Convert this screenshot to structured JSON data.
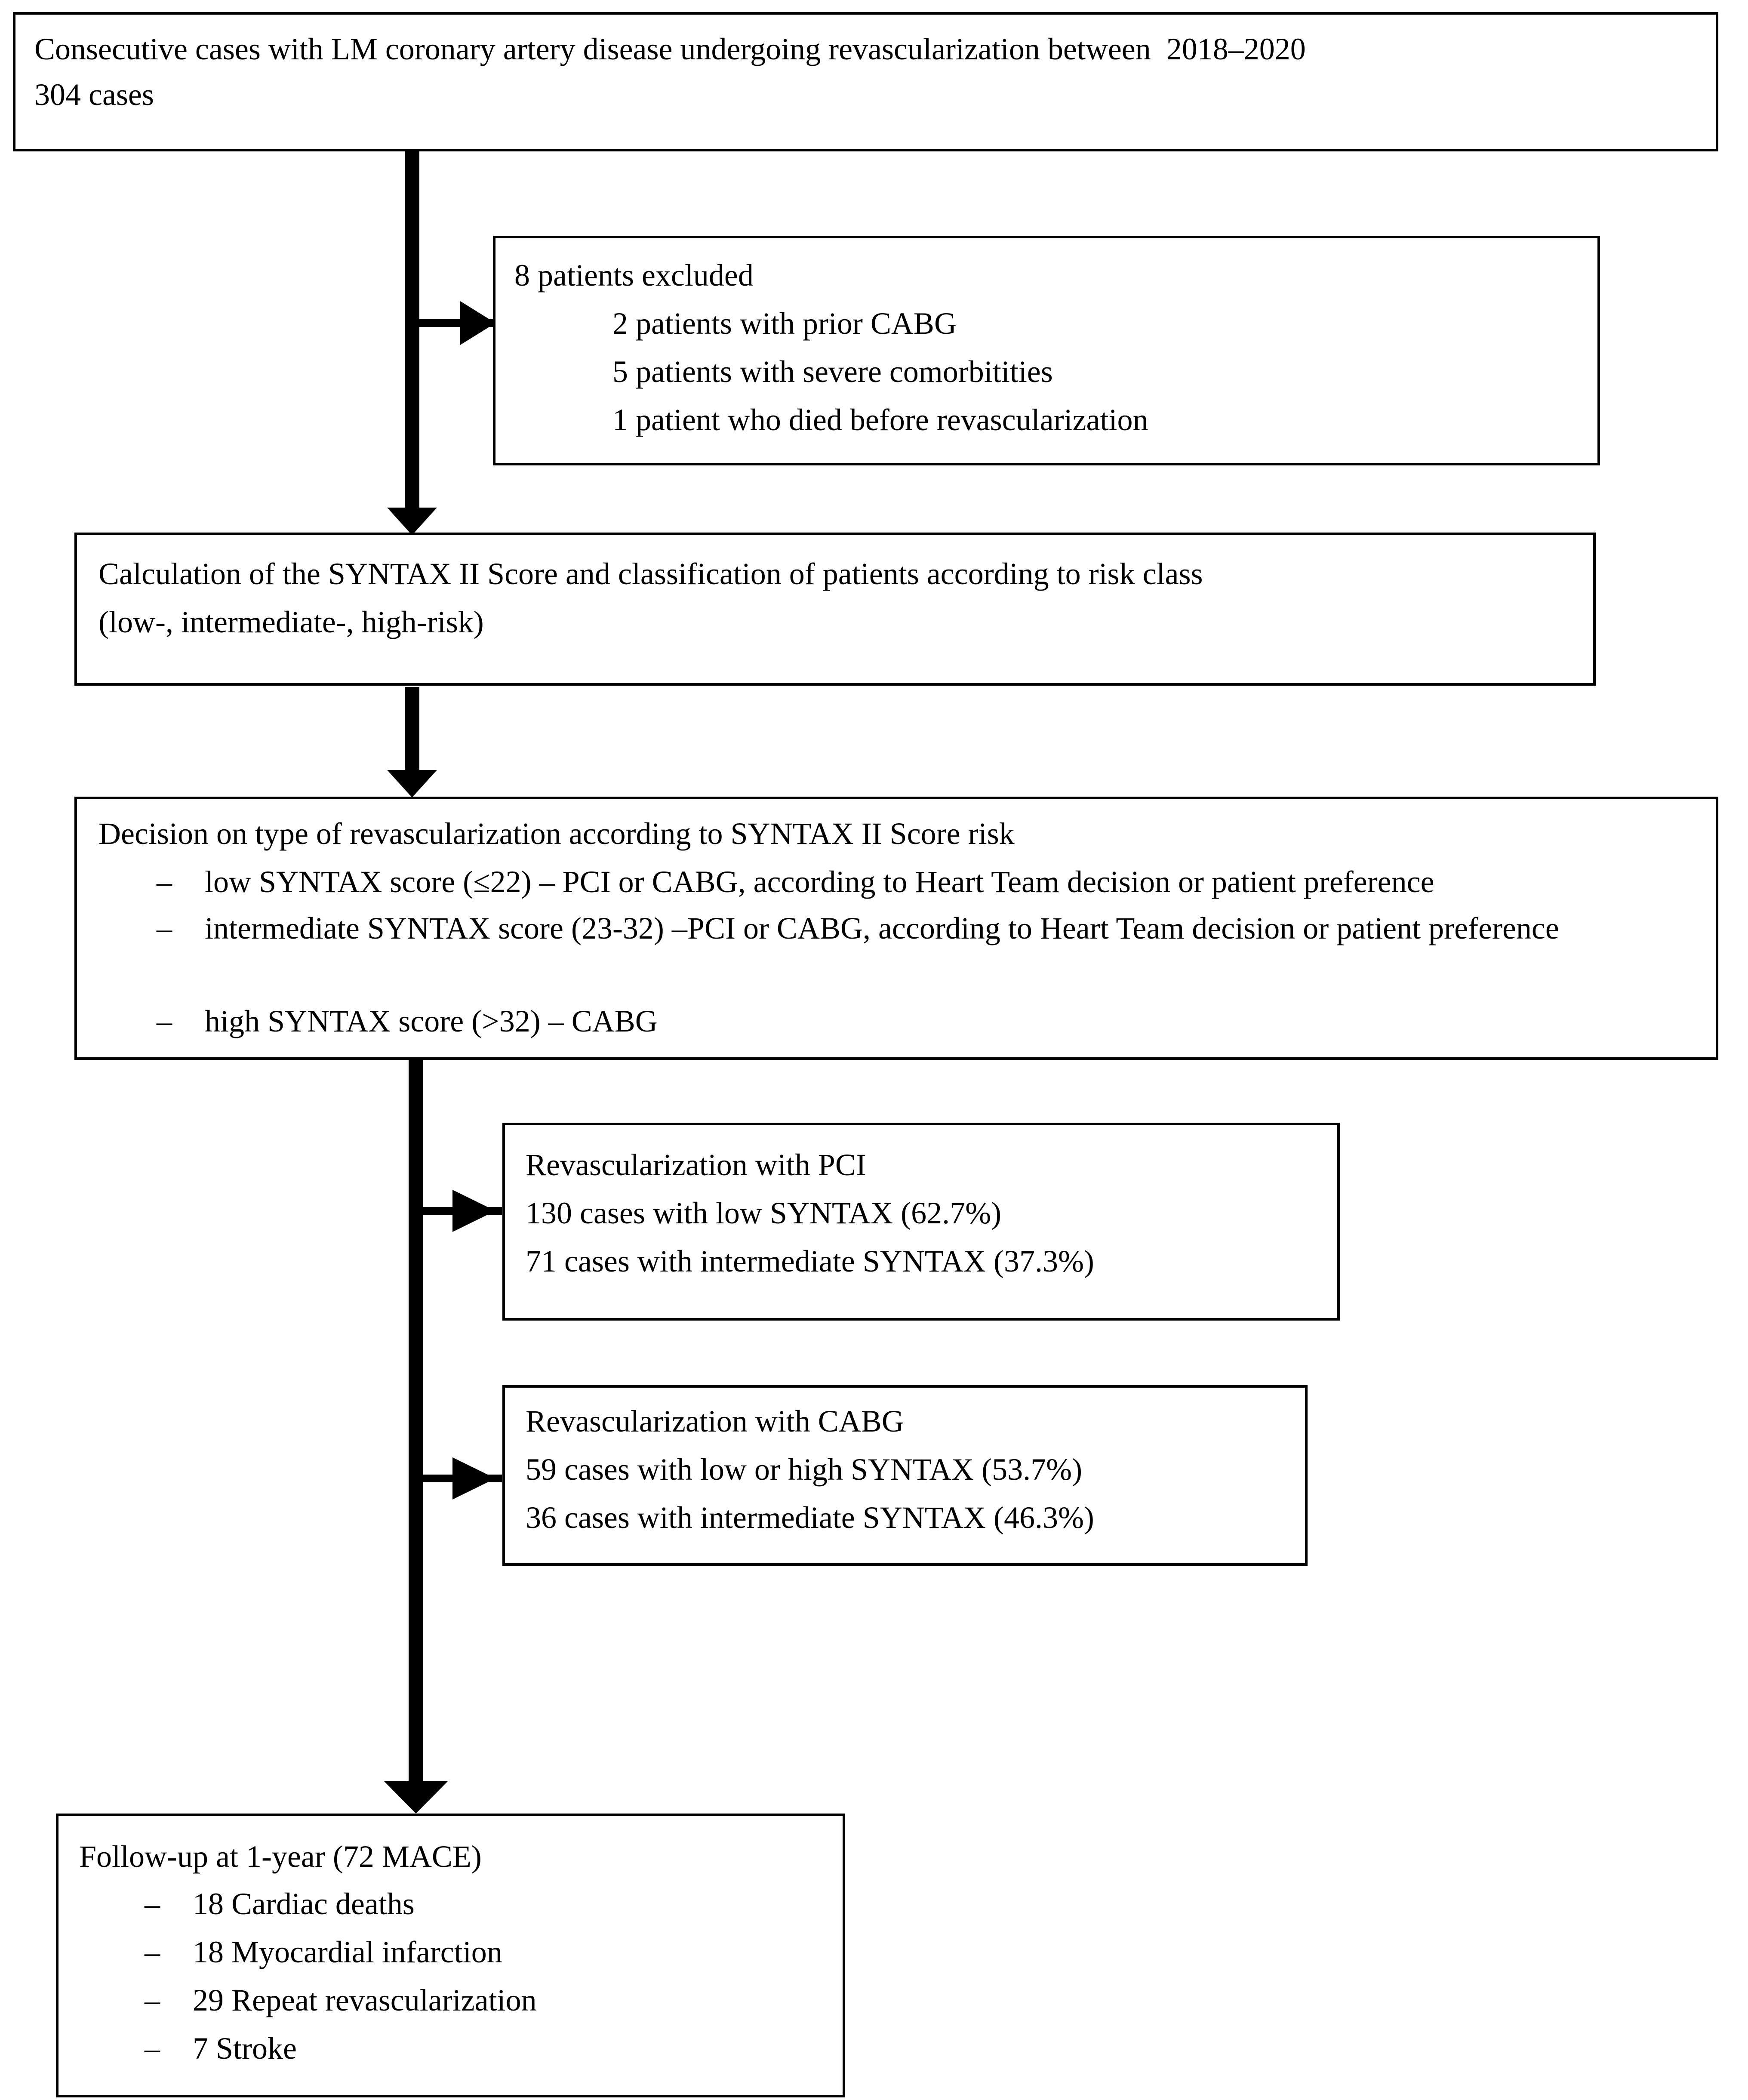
{
  "diagram": {
    "title": "Study flow diagram of LM coronary artery disease revascularization",
    "type": "flowchart",
    "colors": {
      "stroke": "#000000",
      "fill": "#ffffff",
      "text": "#000000"
    }
  },
  "nodes": {
    "enrollment": {
      "name": "enrollment-box",
      "lines": [
        "Consecutive cases with LM coronary artery disease undergoing revascularization between  2018–2020",
        "304 cases"
      ]
    },
    "exclusion": {
      "name": "exclusion-box",
      "heading": "8 patients excluded",
      "items": [
        "2 patients with prior CABG",
        "5 patients with severe comorbitities",
        "1 patient who died before revascularization"
      ]
    },
    "scoring": {
      "name": "syntax-score-box",
      "lines": [
        "Calculation of the SYNTAX II Score and classification of patients according to risk class",
        "(low-, intermediate-, high-risk)"
      ]
    },
    "decision": {
      "name": "decision-box",
      "heading": "Decision on type of revascularization according to SYNTAX II Score risk",
      "dash": "–",
      "bullets": [
        "low SYNTAX score (≤22) – PCI or CABG, according to Heart Team decision or patient preference",
        "intermediate SYNTAX score (23-32) –PCI or CABG, according to Heart Team decision or patient preference",
        "high SYNTAX score (>32) – CABG"
      ]
    },
    "pci": {
      "name": "pci-outcome-box",
      "lines": [
        "Revascularization with PCI",
        "130 cases with low SYNTAX (62.7%)",
        "71 cases with intermediate SYNTAX (37.3%)"
      ]
    },
    "cabg": {
      "name": "cabg-outcome-box",
      "lines": [
        "Revascularization with CABG",
        "59 cases with low or high SYNTAX (53.7%)",
        "36 cases with intermediate SYNTAX (46.3%)"
      ]
    },
    "followup": {
      "name": "followup-box",
      "heading": "Follow-up at 1-year (72 MACE)",
      "dash": "–",
      "items": [
        "18 Cardiac deaths",
        "18 Myocardial infarction",
        "29 Repeat revascularization",
        "7 Stroke"
      ]
    }
  },
  "chart_data": {
    "type": "flow",
    "title": "Patient flow: LM coronary artery disease revascularization 2018–2020",
    "total_screened": 304,
    "excluded_total": 8,
    "excluded_breakdown": [
      {
        "label": "prior CABG",
        "n": 2
      },
      {
        "label": "severe comorbitities",
        "n": 5
      },
      {
        "label": "died before revascularization",
        "n": 1
      }
    ],
    "syntax_thresholds": {
      "low": "≤22",
      "intermediate": "23-32",
      "high": ">32"
    },
    "groups": [
      {
        "name": "PCI",
        "strata": [
          {
            "label": "low SYNTAX",
            "n": 130,
            "pct": 62.7
          },
          {
            "label": "intermediate SYNTAX",
            "n": 71,
            "pct": 37.3
          }
        ]
      },
      {
        "name": "CABG",
        "strata": [
          {
            "label": "low or high SYNTAX",
            "n": 59,
            "pct": 53.7
          },
          {
            "label": "intermediate SYNTAX",
            "n": 36,
            "pct": 46.3
          }
        ]
      }
    ],
    "followup": {
      "horizon": "1-year",
      "mace_total": 72,
      "events": [
        {
          "label": "Cardiac deaths",
          "n": 18
        },
        {
          "label": "Myocardial infarction",
          "n": 18
        },
        {
          "label": "Repeat revascularization",
          "n": 29
        },
        {
          "label": "Stroke",
          "n": 7
        }
      ]
    }
  }
}
